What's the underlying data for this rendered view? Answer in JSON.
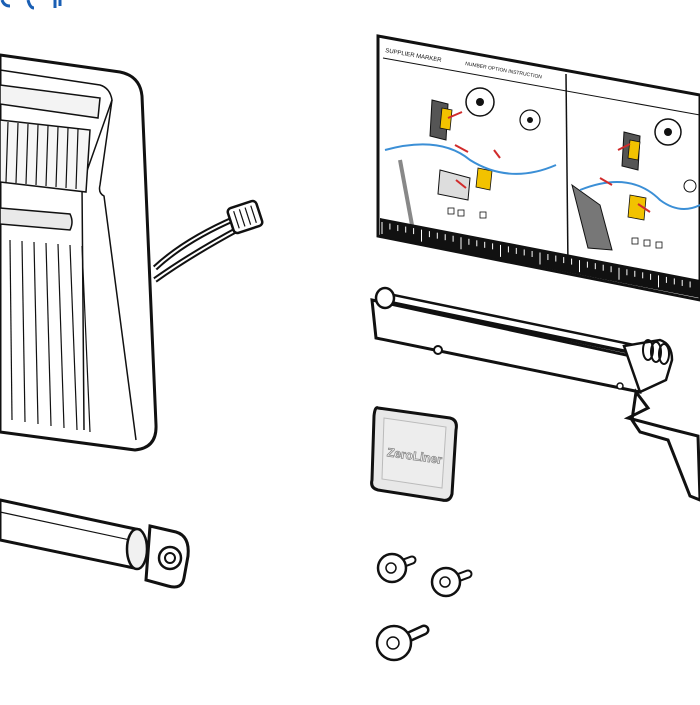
{
  "diagram": {
    "type": "exploded-parts-illustration",
    "colors": {
      "line": "#111111",
      "fill": "#ffffff",
      "shade": "#e6e6e6",
      "label_blue": "#1a5fb4",
      "path_blue": "#3b8fd6",
      "arrow_red": "#d12b2b",
      "part_yellow": "#f2c200"
    },
    "badge": {
      "text": "ZeroLiner"
    },
    "label_sheet": {
      "header_left": "SUPPLIER MARKER",
      "header_center": "NUMBER OPTION INSTRUCTION"
    }
  }
}
